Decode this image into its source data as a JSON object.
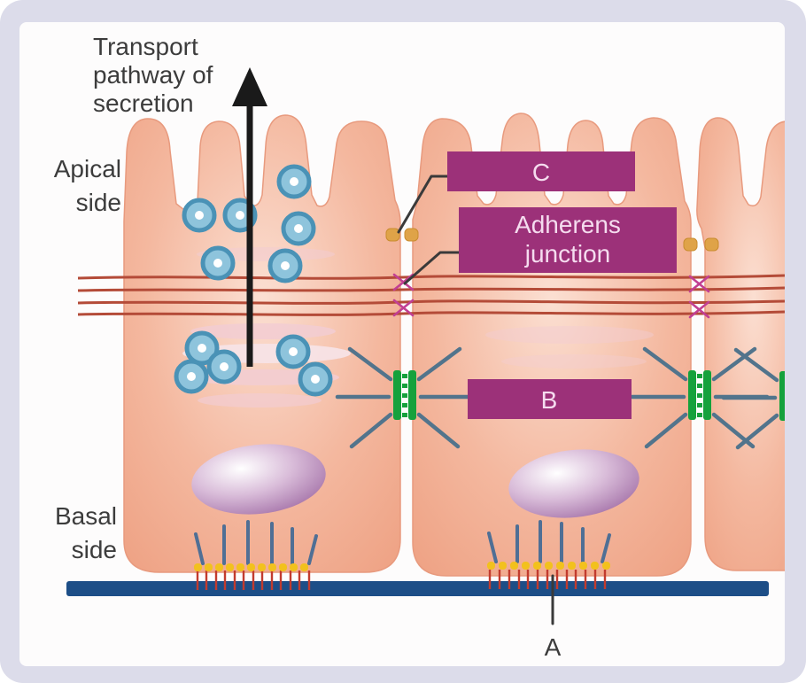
{
  "labels": {
    "transport": {
      "line1": "Transport",
      "line2": "pathway of",
      "line3": "secretion"
    },
    "apical": {
      "line1": "Apical",
      "line2": "side"
    },
    "basal": {
      "line1": "Basal",
      "line2": "side"
    },
    "junction_c": "C",
    "adherens": {
      "line1": "Adherens",
      "line2": "junction"
    },
    "junction_b": "B",
    "junction_a": "A"
  },
  "colors": {
    "border_lavender": "#dcdcea",
    "panel_white": "#fdfcfc",
    "cell_salmon": "#f2b098",
    "cell_highlight": "#fbdfd2",
    "membrane_line_red": "#b44b38",
    "adherens_x_pink": "#c23f93",
    "tight_junction_orange": "#dfa348",
    "desmosome_green": "#15a13c",
    "desmosome_line_slate": "#52748c",
    "vesicle_blue": "#8ec4dc",
    "vesicle_ring": "#4a92b6",
    "nucleus_purple": "#a876ae",
    "label_box_purple": "#9c3179",
    "label_text_pink": "#f5dcef",
    "basement_membrane_blue": "#1d4e87",
    "hemidesmosome_yellow": "#f2c11d",
    "hemidesmosome_red": "#c23b2e",
    "arrow_black": "#1a1a1a",
    "text_gray": "#3c3c3c"
  },
  "structures": {
    "cells": 3,
    "secretory_vesicles": 11,
    "nuclei": 2,
    "desmosomes": 3,
    "tight_junction_dot_pairs": 2,
    "adherens_x_marks": 4,
    "hemidesmosome_clusters": 2,
    "membrane_lines": 4
  }
}
